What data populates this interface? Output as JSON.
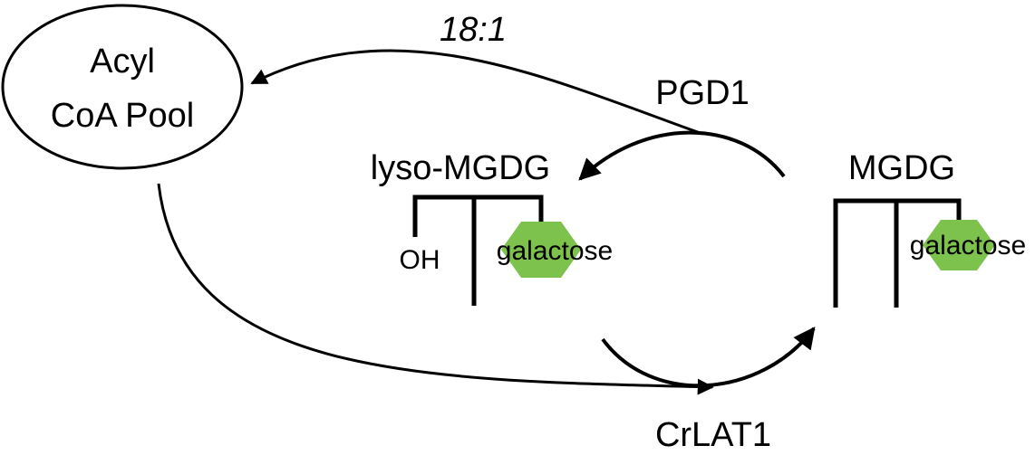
{
  "nodes": {
    "acyl_pool": {
      "line1": "Acyl",
      "line2": "CoA Pool"
    },
    "lyso_mgdg": {
      "title": "lyso-MGDG",
      "hydroxyl": "OH",
      "headgroup": "galactose"
    },
    "mgdg": {
      "title": "MGDG",
      "headgroup": "galactose"
    }
  },
  "labels": {
    "fatty_acid": "18:1",
    "enzyme_pgd1": "PGD1",
    "enzyme_crlat1": "CrLAT1"
  },
  "colors": {
    "stroke": "#000000",
    "headgroup_fill": "#7cc24c",
    "background": "#ffffff"
  }
}
